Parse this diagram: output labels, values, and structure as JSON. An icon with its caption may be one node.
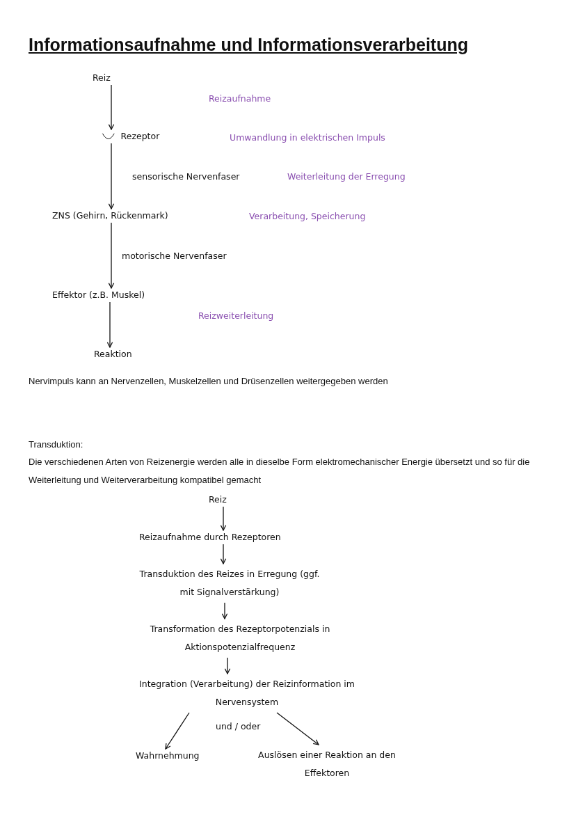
{
  "diagram": {
    "title": "Informationsaufnahme und Informationsverarbeitung",
    "nodes": [
      {
        "text": [
          "Reiz"
        ]
      },
      {
        "text": [
          "Rezeptor"
        ]
      },
      {
        "text": [
          "ZNS (Gehirn, Rückenmark)"
        ]
      },
      {
        "text": [
          "Effektor (z.B. Muskel)"
        ]
      },
      {
        "text": [
          "Reaktion"
        ]
      },
      {
        "text": [
          "Reiz"
        ]
      },
      {
        "text": [
          "Reizaufnahme durch Rezeptoren"
        ]
      },
      {
        "text": [
          "Transduktion des Reizes in Erregung (ggf. mit Signalverstärkung)"
        ]
      },
      {
        "text": [
          "Transformation des Rezeptorpotenzials in Aktionspotenzialfrequenz"
        ]
      },
      {
        "text": [
          "Integration (Verarbeitung) der Reizinformation im Nervensystem"
        ]
      },
      {
        "text": [
          "Wahrnehmung"
        ]
      },
      {
        "text": [
          "Auslösen einer Reaktion an den Effektoren"
        ]
      }
    ],
    "edges": [
      {
        "from": 0,
        "to": 1,
        "arrow": "to"
      },
      {
        "from": 1,
        "to": 2,
        "arrow": "to",
        "label": "sensorische Nervenfaser"
      },
      {
        "from": 2,
        "to": 3,
        "arrow": "to",
        "label": "motorische Nervenfaser"
      },
      {
        "from": 3,
        "to": 4,
        "arrow": "to"
      },
      {
        "from": 5,
        "to": 6,
        "arrow": "to"
      },
      {
        "from": 6,
        "to": 7,
        "arrow": "to"
      },
      {
        "from": 7,
        "to": 8,
        "arrow": "to"
      },
      {
        "from": 8,
        "to": 9,
        "arrow": "to"
      },
      {
        "from": 9,
        "to": 10,
        "arrow": "to"
      },
      {
        "from": 9,
        "to": 11,
        "arrow": "to"
      }
    ],
    "labels": [
      "Reizaufnahme",
      "Umwandlung in elektrischen Impuls",
      "Weiterleitung der Erregung",
      "Verarbeitung, Speicherung",
      "Reizweiterleitung",
      "Nervimpuls kann an Nervenzellen, Muskelzellen und Drüsenzellen weitergegeben werden",
      "Transduktion:",
      "Die verschiedenen Arten von Reizenergie werden alle in dieselbe Form elektromechanischer Energie übersetzt und so für die Weiterleitung und Weiterverarbeitung kompatibel gemacht",
      "und / oder"
    ]
  }
}
